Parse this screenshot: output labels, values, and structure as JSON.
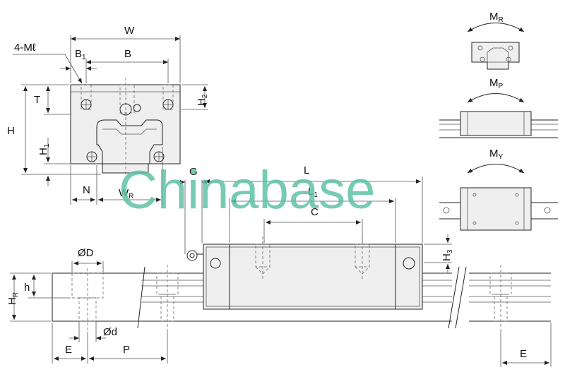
{
  "labels": {
    "mounting": "4-Mℓ",
    "W": "W",
    "B": "B",
    "B1": "B",
    "B1_sub": "1",
    "T": "T",
    "H": "H",
    "H1": "H",
    "H1_sub": "1",
    "H2": "H",
    "H2_sub": "2",
    "N": "N",
    "WR": "W",
    "WR_sub": "R",
    "G": "G",
    "L": "L",
    "L1": "L",
    "L1_sub": "1",
    "C": "C",
    "H3": "H",
    "H3_sub": "3",
    "D": "ØD",
    "h": "h",
    "HR": "H",
    "HR_sub": "R",
    "d": "Ød",
    "E1": "E",
    "P": "P",
    "E2": "E",
    "MR": "M",
    "MR_sub": "R",
    "MP": "M",
    "MP_sub": "P",
    "MY": "M",
    "MY_sub": "Y"
  },
  "watermark": "Chinabase"
}
